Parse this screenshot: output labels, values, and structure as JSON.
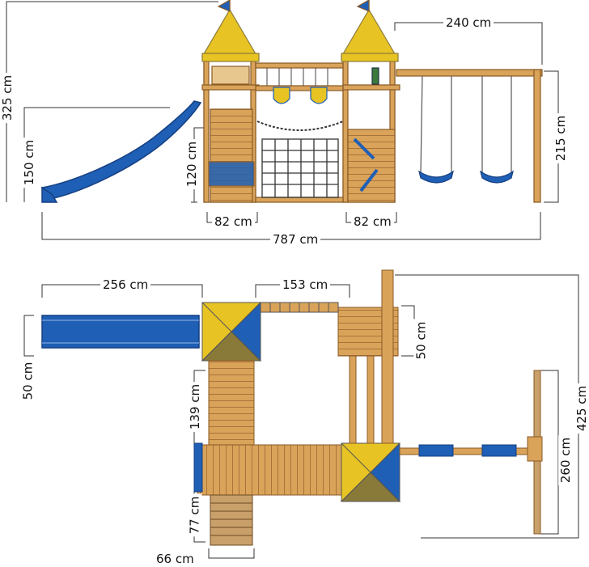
{
  "colors": {
    "wood": "#d9a35a",
    "wood_dark": "#a9743a",
    "roof_yellow": "#e7c324",
    "roof_dark": "#8a7a3a",
    "blue": "#1f5fb5",
    "blue_dark": "#163f80",
    "line": "#333333"
  },
  "front_view": {
    "height_total": "325 cm",
    "slide_height": "150 cm",
    "tower_height": "120 cm",
    "swing_height": "215 cm",
    "swing_width": "240 cm",
    "tower_left_width": "82 cm",
    "tower_right_width": "82 cm",
    "total_length": "787 cm"
  },
  "top_view": {
    "slide_length": "256 cm",
    "bridge_length": "153 cm",
    "slide_width": "50 cm",
    "right_width": "50 cm",
    "walkway_length": "139 cm",
    "ladder_length": "77 cm",
    "ladder_width": "66 cm",
    "swing_width": "260 cm",
    "total_depth": "425 cm"
  }
}
